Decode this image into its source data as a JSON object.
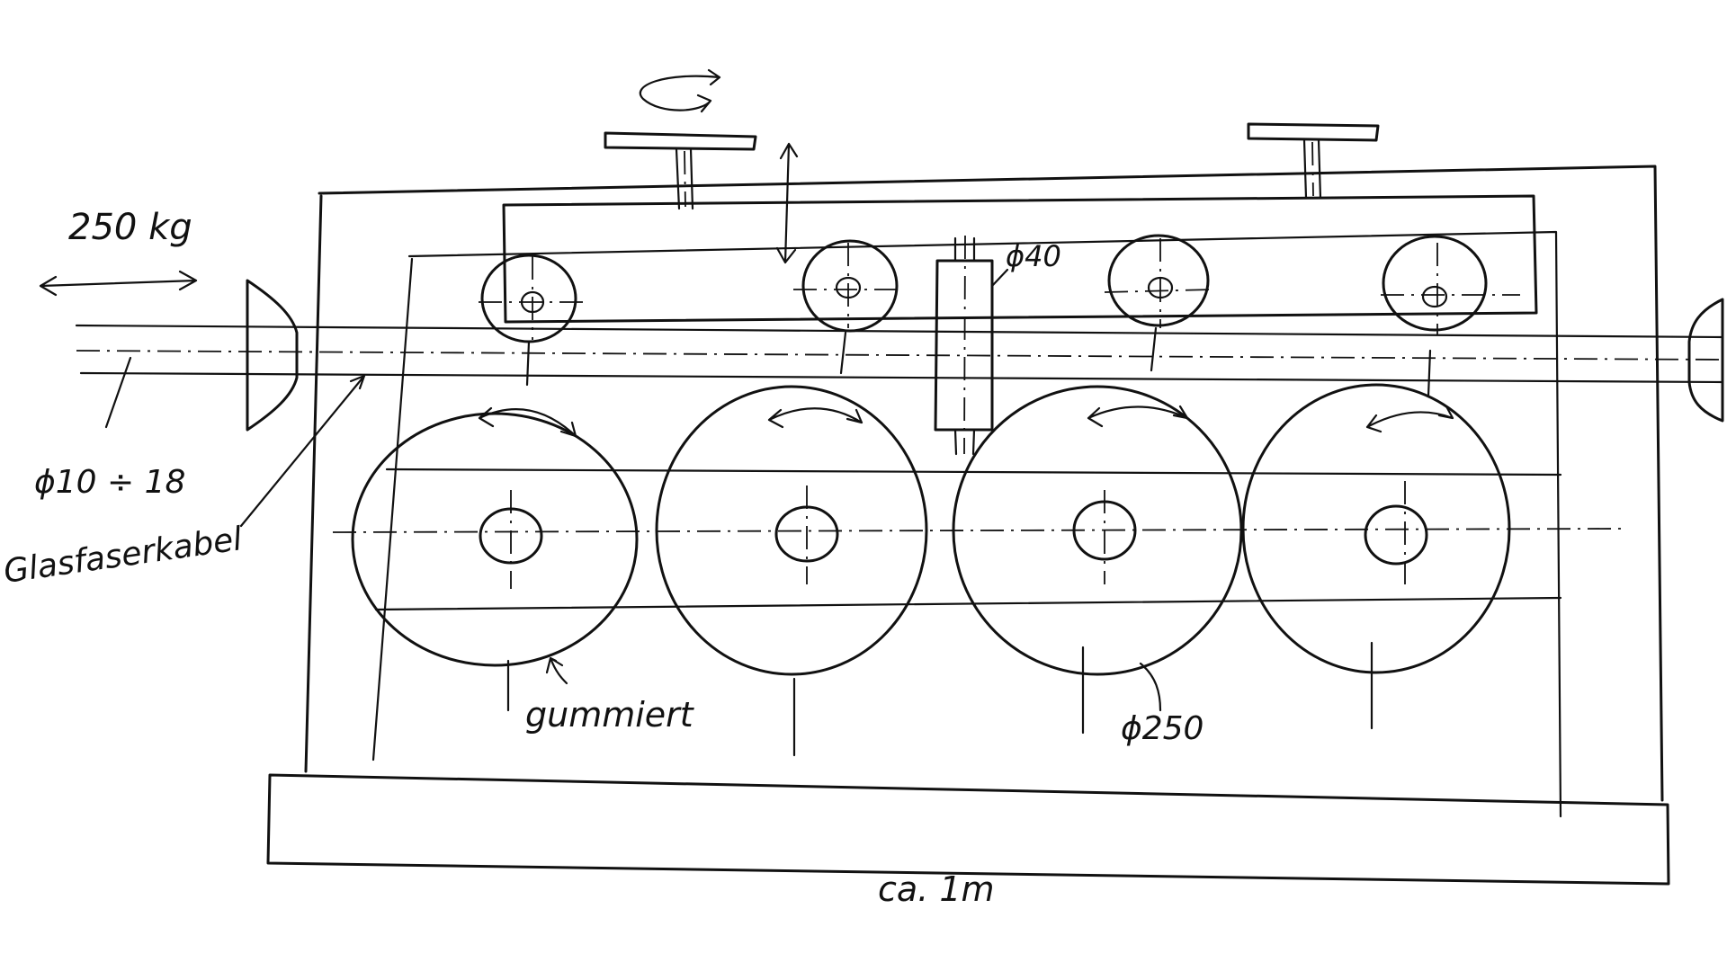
{
  "labels": {
    "load": "250 kg",
    "cable_diameter": "ϕ10 ÷ 18",
    "cable_name": "Glasfaserkabel",
    "coating": "gummiert",
    "small_roller_diameter": "ϕ40",
    "large_roller_diameter": "ϕ250",
    "overall_length": "ca. 1m"
  },
  "counts": {
    "large_rollers": 4,
    "small_rollers": 4,
    "adjustment_screws": 2
  },
  "colors": {
    "ink": "#111111",
    "paper": "#ffffff"
  }
}
